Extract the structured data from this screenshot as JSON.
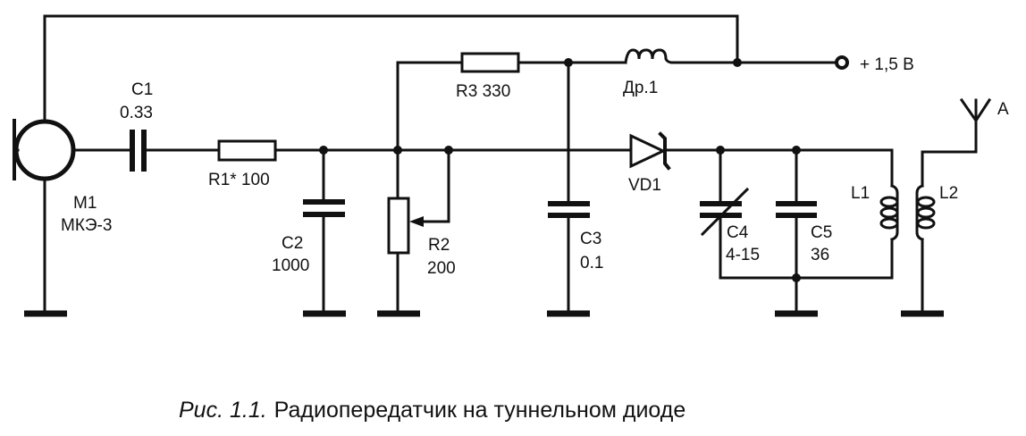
{
  "figure": {
    "caption_prefix": "Рис. 1.1.",
    "caption_text": "Радиопередатчик на туннельном диоде"
  },
  "components": {
    "M1": {
      "ref": "M1",
      "value": "МКЭ-3",
      "type": "microphone"
    },
    "C1": {
      "ref": "C1",
      "value": "0.33",
      "type": "capacitor"
    },
    "R1": {
      "ref": "R1*",
      "value": "100",
      "label": "R1* 100",
      "type": "resistor"
    },
    "C2": {
      "ref": "C2",
      "value": "1000",
      "type": "capacitor"
    },
    "R2": {
      "ref": "R2",
      "value": "200",
      "type": "potentiometer"
    },
    "R3": {
      "ref": "R3",
      "value": "330",
      "label": "R3 330",
      "type": "resistor"
    },
    "C3": {
      "ref": "C3",
      "value": "0.1",
      "type": "capacitor"
    },
    "DR1": {
      "ref": "Др.1",
      "type": "choke"
    },
    "VD1": {
      "ref": "VD1",
      "type": "tunnel-diode"
    },
    "C4": {
      "ref": "C4",
      "value": "4-15",
      "type": "variable-capacitor"
    },
    "C5": {
      "ref": "C5",
      "value": "36",
      "type": "capacitor"
    },
    "L1": {
      "ref": "L1",
      "type": "inductor"
    },
    "L2": {
      "ref": "L2",
      "type": "inductor"
    },
    "antenna": {
      "ref": "A",
      "type": "antenna"
    },
    "supply": {
      "label": "+ 1,5 В",
      "type": "terminal"
    }
  }
}
